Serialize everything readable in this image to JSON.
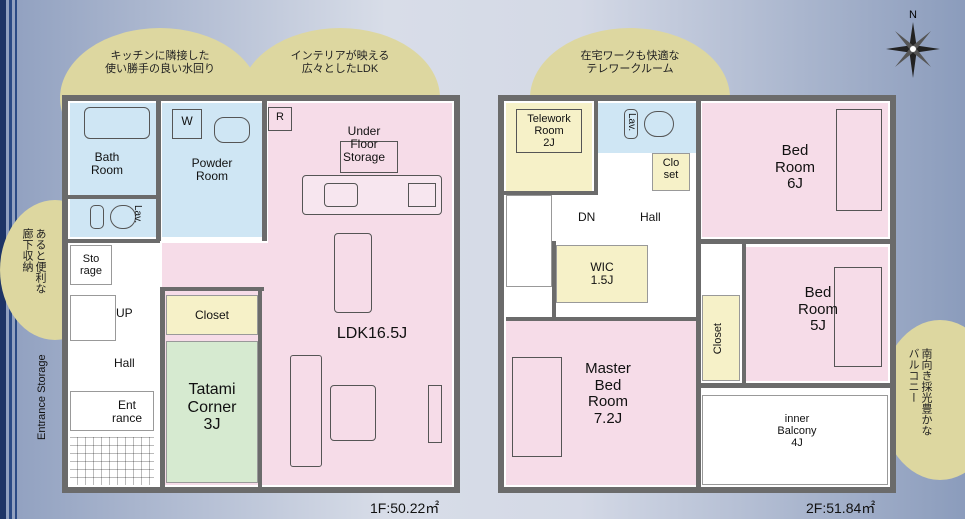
{
  "colors": {
    "pink": "#f6dce8",
    "blue": "#cfe6f4",
    "yellow": "#f6f1c8",
    "green": "#d6ead0",
    "white": "#ffffff",
    "wall": "#6b6b6b",
    "bubble": "#ddd7a0"
  },
  "bubbles": {
    "kitchen": "キッチンに隣接した\n使い勝手の良い水回り",
    "ldk": "インテリアが映える\n広々としたLDK",
    "telework": "在宅ワークも快適な\nテレワークルーム",
    "corridor": "あると便利な\n廊下収納",
    "balcony": "南向き採光豊かな\nバルコニー"
  },
  "compass": {
    "north": "N"
  },
  "side_label": "Entrance Storage",
  "floor1": {
    "area": "1F:50.22㎡",
    "bath": "Bath\nRoom",
    "lav": "Lav.",
    "w": "W",
    "powder": "Powder\nRoom",
    "r": "R",
    "underfloor": "Under\nFloor\nStorage",
    "storage": "Sto\nrage",
    "up": "UP",
    "hall": "Hall",
    "entrance": "Ent\nrance",
    "closet": "Closet",
    "tatami": "Tatami\nCorner\n3J",
    "ldk": "LDK16.5J"
  },
  "floor2": {
    "area": "2F:51.84㎡",
    "telework": "Telework\nRoom\n2J",
    "lav": "Lav.",
    "closet_small": "Clo\nset",
    "bed6": "Bed\nRoom\n6J",
    "dn": "DN",
    "hall": "Hall",
    "wic": "WIC\n1.5J",
    "bed5": "Bed\nRoom\n5J",
    "closet_v": "Closet",
    "master": "Master\nBed\nRoom\n7.2J",
    "balcony": "inner\nBalcony\n4J"
  }
}
